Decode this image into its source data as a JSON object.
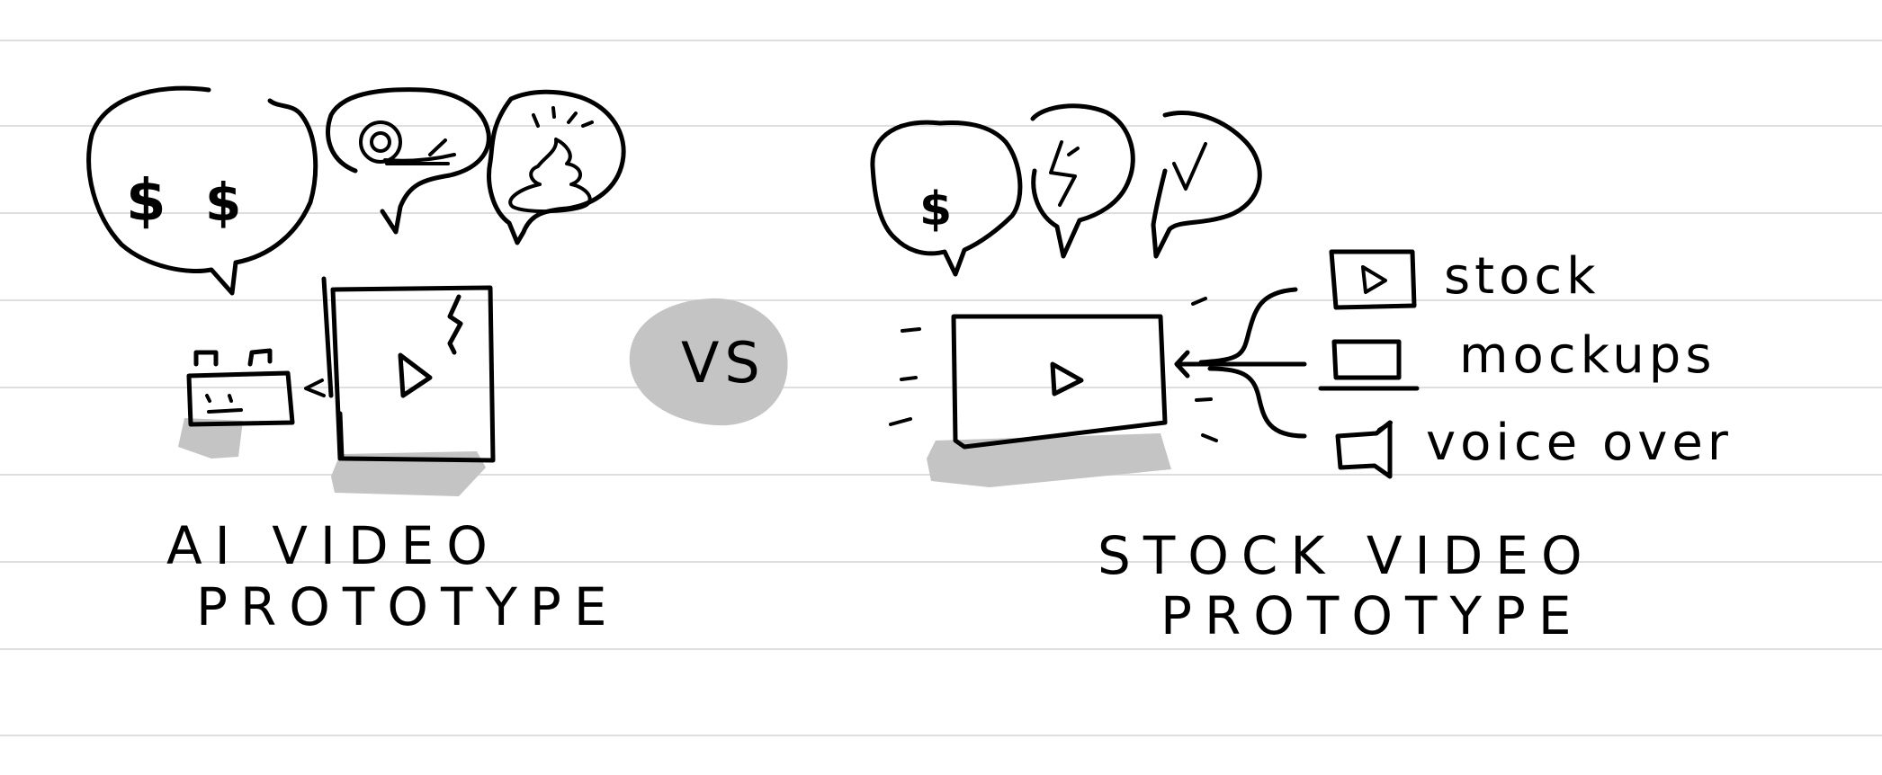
{
  "colors": {
    "ink": "#000000",
    "shadow": "#c4c4c4",
    "ruled_line": "#dedede",
    "paper": "#ffffff"
  },
  "left_prototype": {
    "caption_line1": "AI VIDEO",
    "caption_line2": "PROTOTYPE",
    "bubbles": [
      {
        "symbol": "$$",
        "icon": "money-icon"
      },
      {
        "icon": "snail-icon"
      },
      {
        "icon": "poop-icon"
      }
    ]
  },
  "vs_label": "VS",
  "right_prototype": {
    "caption_line1": "STOCK VIDEO",
    "caption_line2": "PROTOTYPE",
    "bubbles": [
      {
        "symbol": "$",
        "icon": "money-icon"
      },
      {
        "icon": "lightning-icon"
      },
      {
        "icon": "checkmark-icon"
      }
    ],
    "inputs": [
      {
        "label": "stock",
        "icon": "video-play-icon"
      },
      {
        "label": "mockups",
        "icon": "laptop-icon"
      },
      {
        "label": "voice over",
        "icon": "speaker-icon"
      }
    ]
  }
}
